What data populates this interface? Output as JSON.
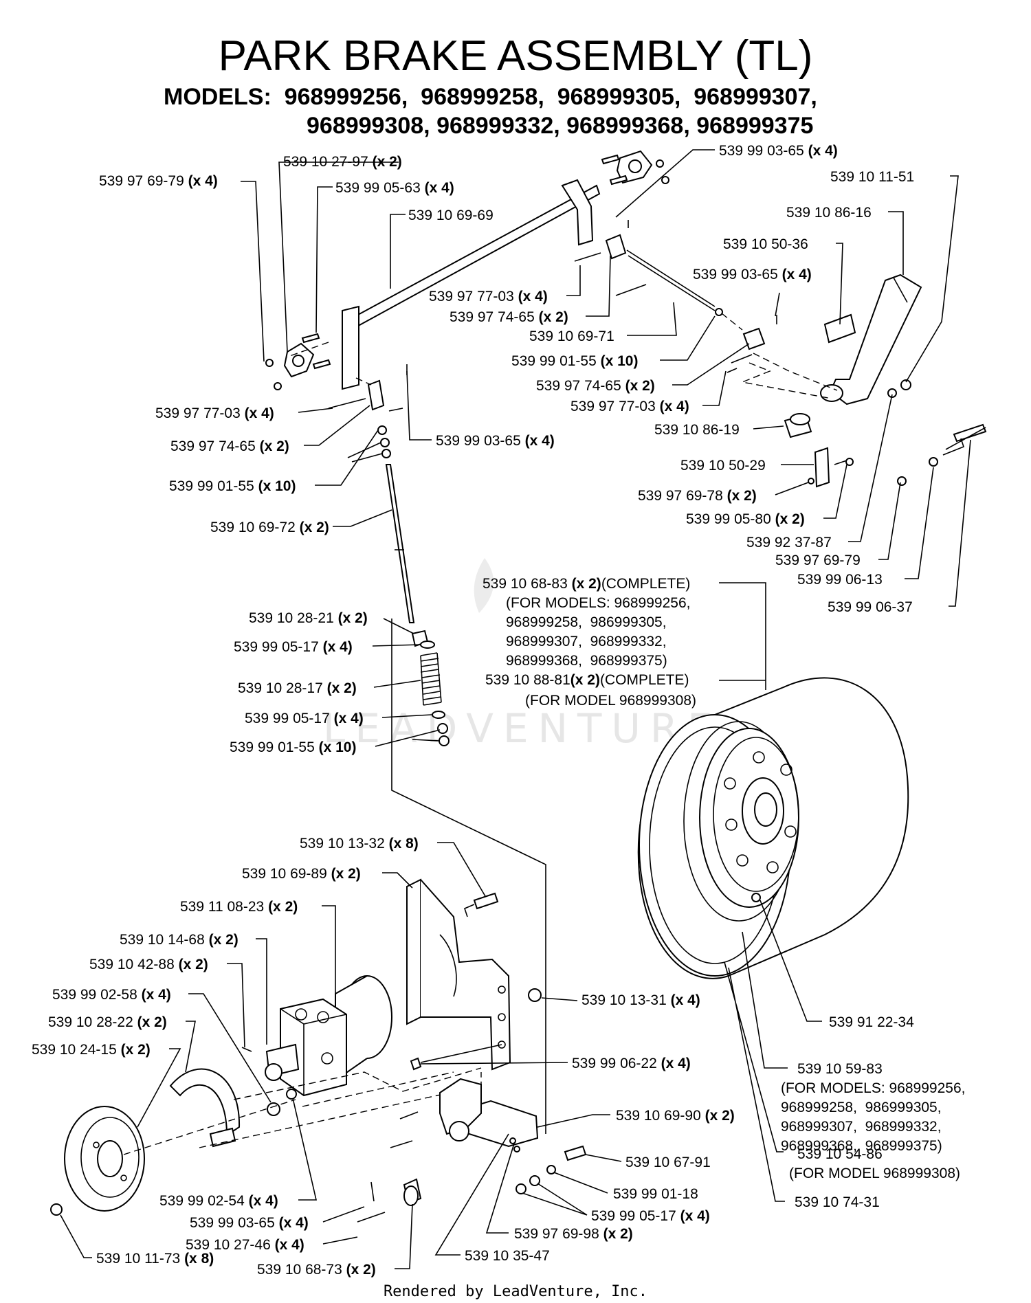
{
  "title": "PARK BRAKE ASSEMBLY (TL)",
  "models_line1": "MODELS:  968999256,  968999258,  968999305,  968999307,",
  "models_line2": "968999308, 968999332, 968999368, 968999375",
  "watermark": "LEADVENTURE",
  "footer": "Rendered by LeadVenture, Inc.",
  "callouts": [
    {
      "part": "539 97 69-79",
      "qty": "(x 4)"
    },
    {
      "part": "539 10 27-97",
      "qty": "(x 2)"
    },
    {
      "part": "539 99 05-63",
      "qty": "(x 4)"
    },
    {
      "part": "539 10 69-69",
      "qty": ""
    },
    {
      "part": "539 99 03-65",
      "qty": "(x 4)"
    },
    {
      "part": "539 10 11-51",
      "qty": ""
    },
    {
      "part": "539 10 86-16",
      "qty": ""
    },
    {
      "part": "539 10 50-36",
      "qty": ""
    },
    {
      "part": "539 99 03-65",
      "qty": "(x 4)"
    },
    {
      "part": "539 97 77-03",
      "qty": "(x 4)"
    },
    {
      "part": "539 97 74-65",
      "qty": "(x 2)"
    },
    {
      "part": "539 10 69-71",
      "qty": ""
    },
    {
      "part": "539 99 01-55",
      "qty": "(x 10)"
    },
    {
      "part": "539 97 74-65",
      "qty": "(x 2)"
    },
    {
      "part": "539 97 77-03",
      "qty": "(x 4)"
    },
    {
      "part": "539 10 86-19",
      "qty": ""
    },
    {
      "part": "539 97 77-03",
      "qty": "(x 4)"
    },
    {
      "part": "539 97 74-65",
      "qty": "(x 2)"
    },
    {
      "part": "539 99 03-65",
      "qty": "(x 4)"
    },
    {
      "part": "539 99 01-55",
      "qty": "(x 10)"
    },
    {
      "part": "539 10 50-29",
      "qty": ""
    },
    {
      "part": "539 97 69-78",
      "qty": "(x 2)"
    },
    {
      "part": "539 99 05-80",
      "qty": "(x 2)"
    },
    {
      "part": "539 10 69-72",
      "qty": "(x 2)"
    },
    {
      "part": "539 92 37-87",
      "qty": ""
    },
    {
      "part": "539 97 69-79",
      "qty": ""
    },
    {
      "part": "539 99 06-13",
      "qty": ""
    },
    {
      "part": "539 99 06-37",
      "qty": ""
    },
    {
      "part": "539 10 28-21",
      "qty": "(x 2)"
    },
    {
      "part": "539 99 05-17",
      "qty": "(x 4)"
    },
    {
      "part": "539 10 28-17",
      "qty": "(x 2)"
    },
    {
      "part": "539 99 05-17",
      "qty": "(x 4)"
    },
    {
      "part": "539 99 01-55",
      "qty": "(x 10)"
    },
    {
      "part": "539 10 13-32",
      "qty": "(x 8)"
    },
    {
      "part": "539 10 69-89",
      "qty": "(x 2)"
    },
    {
      "part": "539 11 08-23",
      "qty": "(x 2)"
    },
    {
      "part": "539 10 14-68",
      "qty": "(x 2)"
    },
    {
      "part": "539 10 42-88",
      "qty": "(x 2)"
    },
    {
      "part": "539 99 02-58",
      "qty": "(x 4)"
    },
    {
      "part": "539 10 28-22",
      "qty": "(x 2)"
    },
    {
      "part": "539 10 24-15",
      "qty": "(x 2)"
    },
    {
      "part": "539 10 13-31",
      "qty": "(x 4)"
    },
    {
      "part": "539 99 06-22",
      "qty": "(x 4)"
    },
    {
      "part": "539 91 22-34",
      "qty": ""
    },
    {
      "part": "539 10 69-90",
      "qty": "(x 2)"
    },
    {
      "part": "539 10 67-91",
      "qty": ""
    },
    {
      "part": "539 99 01-18",
      "qty": ""
    },
    {
      "part": "539 99 05-17",
      "qty": "(x 4)"
    },
    {
      "part": "539 97 69-98",
      "qty": "(x 2)"
    },
    {
      "part": "539 10 35-47",
      "qty": ""
    },
    {
      "part": "539 99 02-54",
      "qty": "(x 4)"
    },
    {
      "part": "539 99 03-65",
      "qty": "(x 4)"
    },
    {
      "part": "539 10 27-46",
      "qty": "(x 4)"
    },
    {
      "part": "539 10 68-73",
      "qty": "(x 2)"
    },
    {
      "part": "539 10 11-73",
      "qty": "(x 8)"
    }
  ],
  "wheel_note_1": {
    "part": "539 10 68-83",
    "qty": "(x 2)",
    "suffix": "(COMPLETE)",
    "lines": [
      "(FOR MODELS: 968999256,",
      "968999258,  986999305,",
      "968999307,  968999332,",
      "968999368,  968999375)"
    ]
  },
  "wheel_note_2": {
    "part": "539 10 88-81",
    "qty": "(x 2)",
    "suffix": "(COMPLETE)",
    "lines": [
      "(FOR MODEL 968999308)"
    ]
  },
  "tire_note_1": {
    "part": "539 10 59-83",
    "lines": [
      "(FOR MODELS: 968999256,",
      "968999258,  986999305,",
      "968999307,  968999332,",
      "968999368,  968999375)"
    ]
  },
  "tire_note_2": {
    "part": "539 10 54-86",
    "lines": [
      "(FOR MODEL 968999308)"
    ]
  },
  "tire_note_3": {
    "part": "539 10 74-31"
  }
}
